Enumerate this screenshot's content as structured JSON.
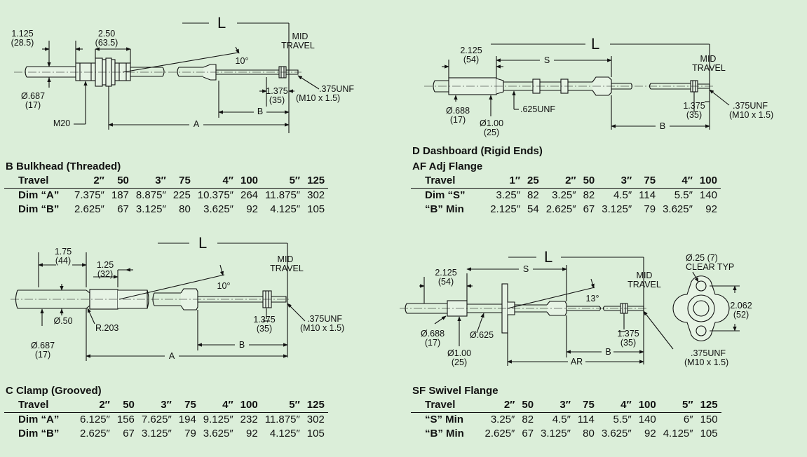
{
  "colors": {
    "background": "#dbeed9",
    "line": "#111111",
    "shaft_fill": "#e6f3e4"
  },
  "sectionB": {
    "labels": {
      "dimA1125": "1.125",
      "dimA1125mm": "(28.5)",
      "dim250": "2.50",
      "dim250mm": "(63.5)",
      "L": "L",
      "mid": "MID",
      "travel": "TRAVEL",
      "angle": "10°",
      "dia687": "Ø.687",
      "dia687mm": "(17)",
      "m20": "M20",
      "dim1375": "1.375",
      "dim1375mm": "(35)",
      "unf": ".375UNF",
      "m10": "(M10 x 1.5)",
      "A": "A",
      "B": "B"
    },
    "title": "B Bulkhead (Threaded)",
    "table": {
      "header": [
        "Travel",
        "2″",
        "50",
        "3″",
        "75",
        "4″",
        "100",
        "5″",
        "125"
      ],
      "rows": [
        [
          "Dim “A”",
          "7.375″",
          "187",
          "8.875″",
          "225",
          "10.375″",
          "264",
          "11.875″",
          "302"
        ],
        [
          "Dim “B”",
          "2.625″",
          "67",
          "3.125″",
          "80",
          "3.625″",
          "92",
          "4.125″",
          "105"
        ]
      ]
    }
  },
  "sectionD": {
    "labels": {
      "dim2125": "2.125",
      "dim2125mm": "(54)",
      "S": "S",
      "L": "L",
      "mid": "MID",
      "travel": "TRAVEL",
      "dia688": "Ø.688",
      "dia688mm": "(17)",
      "dia100": "Ø1.00",
      "dia100mm": "(25)",
      "unf625": ".625UNF",
      "dim1375": "1.375",
      "dim1375mm": "(35)",
      "unf": ".375UNF",
      "m10": "(M10 x 1.5)",
      "B": "B"
    },
    "title1": "D Dashboard (Rigid Ends)",
    "title2": "AF Adj Flange",
    "table": {
      "header": [
        "Travel",
        "1″",
        "25",
        "2″",
        "50",
        "3″",
        "75",
        "4″",
        "100"
      ],
      "rows": [
        [
          "Dim “S”",
          "3.25″",
          "82",
          "3.25″",
          "82",
          "4.5″",
          "114",
          "5.5″",
          "140"
        ],
        [
          "“B” Min",
          "2.125″",
          "54",
          "2.625″",
          "67",
          "3.125″",
          "79",
          "3.625″",
          "92"
        ]
      ]
    }
  },
  "sectionC": {
    "labels": {
      "dim175": "1.75",
      "dim175mm": "(44)",
      "dim125": "1.25",
      "dim125mm": "(32)",
      "L": "L",
      "mid": "MID",
      "travel": "TRAVEL",
      "angle": "10°",
      "dia50": "Ø.50",
      "r203": "R.203",
      "dia687": "Ø.687",
      "dia687mm": "(17)",
      "dim1375": "1.375",
      "dim1375mm": "(35)",
      "unf": ".375UNF",
      "m10": "(M10 x 1.5)",
      "A": "A",
      "B": "B"
    },
    "title": "C Clamp (Grooved)",
    "table": {
      "header": [
        "Travel",
        "2″",
        "50",
        "3″",
        "75",
        "4″",
        "100",
        "5″",
        "125"
      ],
      "rows": [
        [
          "Dim “A”",
          "6.125″",
          "156",
          "7.625″",
          "194",
          "9.125″",
          "232",
          "11.875″",
          "302"
        ],
        [
          "Dim “B”",
          "2.625″",
          "67",
          "3.125″",
          "79",
          "3.625″",
          "92",
          "4.125″",
          "105"
        ]
      ]
    }
  },
  "sectionSF": {
    "labels": {
      "dim2125": "2.125",
      "dim2125mm": "(54)",
      "S": "S",
      "L": "L",
      "mid": "MID",
      "travel": "TRAVEL",
      "angle": "13°",
      "dia688": "Ø.688",
      "dia688mm": "(17)",
      "dia625": "Ø.625",
      "dia100": "Ø1.00",
      "dia100mm": "(25)",
      "dim1375": "1.375",
      "dim1375mm": "(35)",
      "B": "B",
      "AR": "AR",
      "unf": ".375UNF",
      "m10": "(M10 x 1.5)",
      "hole": "Ø.25 (7)",
      "clear": "CLEAR TYP",
      "dim2062": "2.062",
      "dim2062mm": "(52)"
    },
    "title": "SF Swivel Flange",
    "table": {
      "header": [
        "Travel",
        "2″",
        "50",
        "3″",
        "75",
        "4″",
        "100",
        "5″",
        "125"
      ],
      "rows": [
        [
          "“S” Min",
          "3.25″",
          "82",
          "4.5″",
          "114",
          "5.5″",
          "140",
          "6″",
          "150"
        ],
        [
          "“B” Min",
          "2.625″",
          "67",
          "3.125″",
          "80",
          "3.625″",
          "92",
          "4.125″",
          "105"
        ]
      ]
    }
  }
}
